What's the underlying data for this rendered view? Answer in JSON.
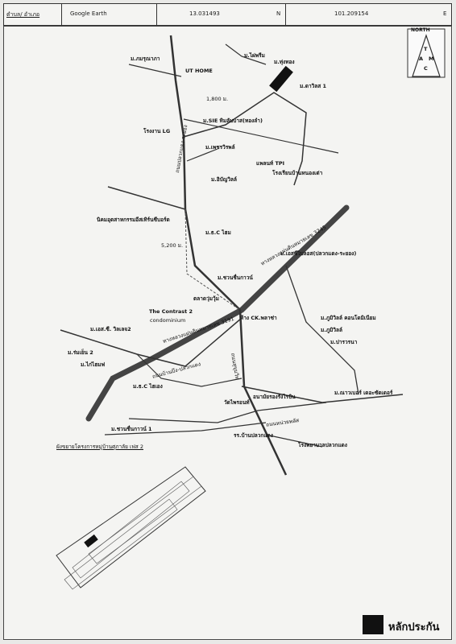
{
  "header": {
    "subdistrict_district": "ตำบล/ อำเภอ",
    "app": "Google Earth",
    "latitude": "13.031493",
    "lat_unit": "N",
    "longitude": "101.209154",
    "lon_unit": "E"
  },
  "compass": {
    "title": "NORTH",
    "letters": [
      "T",
      "A",
      "M",
      "C"
    ]
  },
  "map_labels": {
    "road_km": "5,200 ม.",
    "side_road_km": "1,800 ม.",
    "contrast": "The Contrast 2",
    "contrast_sub": "condominium",
    "project_plan": "ผังขยายโครงการหมู่บ้านศุภาลัย เฟส 2"
  },
  "places": [
    "ม.ภมรุณาภา",
    "UT HOME",
    "ม.ไผ่พรีม",
    "ม.ทุ่งทอง",
    "ม.ดาวิลส 1",
    "ม.SIE ทิมลับบาส(ทองลำ)",
    "โรงงาน LG",
    "ม.เพชรวิรพล์",
    "แพลนท์ TPI",
    "โรงเรียนบ้านหนองเต่า",
    "ม.อิบัญวิลล์",
    "นิคมอุตสาหกรรมอีสเทิร์นซีบอร์ด",
    "ม.ธ.C ไฮม",
    "ม.เอสซีไบลอส(ปลวกแดง-ระยอง)",
    "ม.ชวนชื่นกาวน์",
    "ตลาดวุ่มวุ้ม",
    "ห้าง CK.พลาซ่า",
    "ม.เอส.ซี. วิลเลจ2",
    "ม.ร่มเย็น 2",
    "ม.ไก่ไฮมฟ",
    "ม.ภูมิวิลล์ คอนโดมิเนียม",
    "ม.ภูมิวิลล์",
    "ม.ปารวรนา",
    "ม.ธ.C ไฮเอง",
    "วัดไพรอนท์",
    "อนามัยรองรังไรบิน",
    "ม.ชวนชื่นกาวน์ 1",
    "ม.ณาวเบอร์ เดอะซัดเดอร์",
    "รร.บ้านปลวกแดง",
    "โรงพยาบาลปลวกแดง"
  ],
  "roads": [
    "ทางหลวงแผ่นดินหมายเลข 3245",
    "ทางหลวงแผ่นดินหมายเลข 3191",
    "ถนนปลวกแดง-ระยอง",
    "ถนนสุขุมวิท",
    "ถนนบ้านบึง-ปลวกแดง",
    "ถนนหน่วยพลัส"
  ],
  "legend": {
    "label": "หลักประกัน"
  },
  "colors": {
    "subject": "#111111",
    "road": "#333333",
    "paper": "#f4f4f2"
  }
}
